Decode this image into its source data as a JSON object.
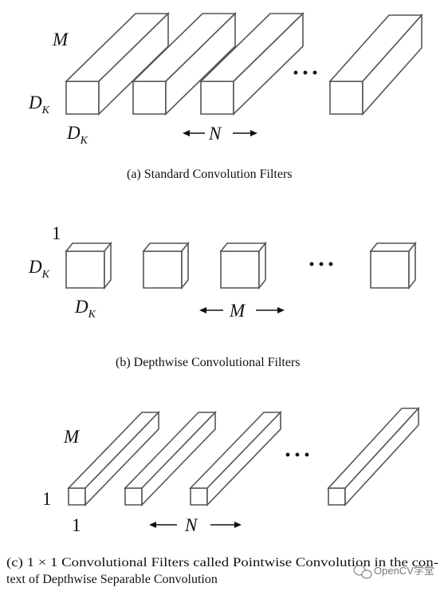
{
  "panels": [
    {
      "id": "a",
      "caption": "(a)  Standard Convolution Filters",
      "depth_label": "M",
      "height_label": "D",
      "height_sub": "K",
      "width_label": "D",
      "width_sub": "K",
      "count_label": "N",
      "ellipsis": "···"
    },
    {
      "id": "b",
      "caption": "(b)  Depthwise Convolutional Filters",
      "depth_label": "1",
      "height_label": "D",
      "height_sub": "K",
      "width_label": "D",
      "width_sub": "K",
      "count_label": "M",
      "ellipsis": "···"
    },
    {
      "id": "c",
      "caption_line1": "(c)  1 × 1 Convolutional Filters called Pointwise Convolution in the con-",
      "caption_line2": "text of Depthwise Separable Convolution",
      "depth_label": "M",
      "height_label": "1",
      "width_label": "1",
      "count_label": "N",
      "ellipsis": "···"
    }
  ],
  "watermark": "OpenCV学堂",
  "watermark_icon": "chat-bubble-icon"
}
